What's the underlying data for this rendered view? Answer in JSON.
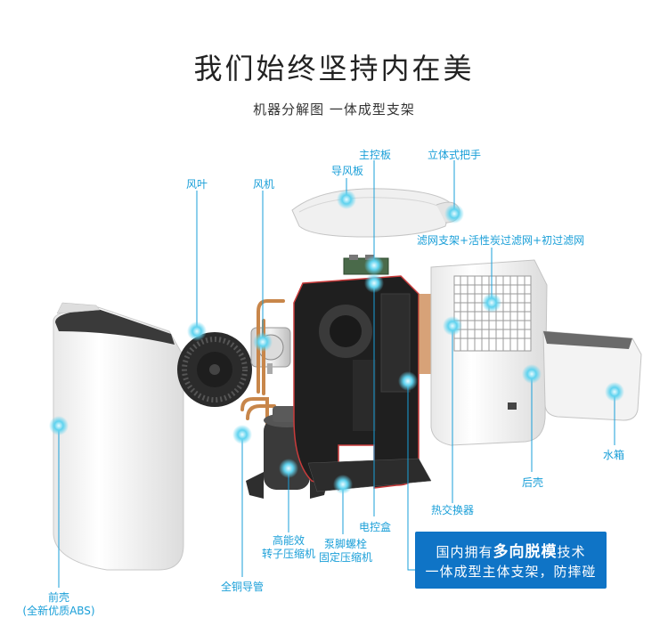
{
  "header": {
    "title": "我们始终坚持内在美",
    "subtitle": "机器分解图 一体成型支架"
  },
  "labels": {
    "main_board": "主控板",
    "air_guide": "导风板",
    "handle": "立体式把手",
    "fan_blade": "风叶",
    "motor": "风机",
    "filter": "滤网支架+活性炭过滤网+初过滤网",
    "water_tank": "水箱",
    "rear_shell": "后壳",
    "heat_exchanger": "热交换器",
    "control_box": "电控盒",
    "pump_bolt_line1": "泵脚螺栓",
    "pump_bolt_line2": "固定压缩机",
    "compressor_line1": "高能效",
    "compressor_line2": "转子压缩机",
    "copper_tube": "全铜导管",
    "front_shell_line1": "前壳",
    "front_shell_line2": "(全新优质ABS)"
  },
  "callout": {
    "line1_a": "国内拥有",
    "line1_b": "多向脱模",
    "line1_c": "技术",
    "line2": "一体成型主体支架，防摔碰"
  },
  "colors": {
    "accent": "#1a9fd8",
    "callout_bg": "#0f74c6",
    "frame": "#c93b3b"
  }
}
